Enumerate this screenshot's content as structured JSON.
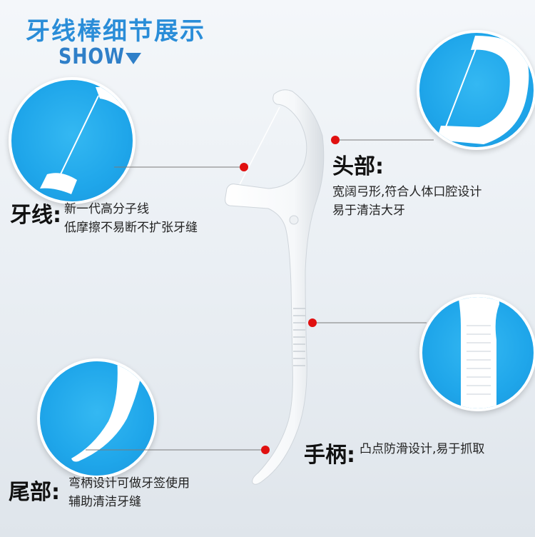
{
  "header": {
    "title": "牙线棒细节展示",
    "show": "SHOW"
  },
  "callouts": {
    "floss": {
      "label": "牙线:",
      "lines": [
        "新一代高分子线",
        "低摩擦不易断不扩张牙缝"
      ]
    },
    "head": {
      "label": "头部:",
      "lines": [
        "宽阔弓形,符合人体口腔设计",
        "易于清洁大牙"
      ]
    },
    "handle": {
      "label": "手柄:",
      "lines": [
        "凸点防滑设计,易于抓取"
      ]
    },
    "tail": {
      "label": "尾部:",
      "lines": [
        "弯柄设计可做牙签使用",
        "辅助清洁牙缝"
      ]
    }
  },
  "colors": {
    "title": "#2a8dd8",
    "circle": "#1fa6ea",
    "dot": "#e01010"
  }
}
